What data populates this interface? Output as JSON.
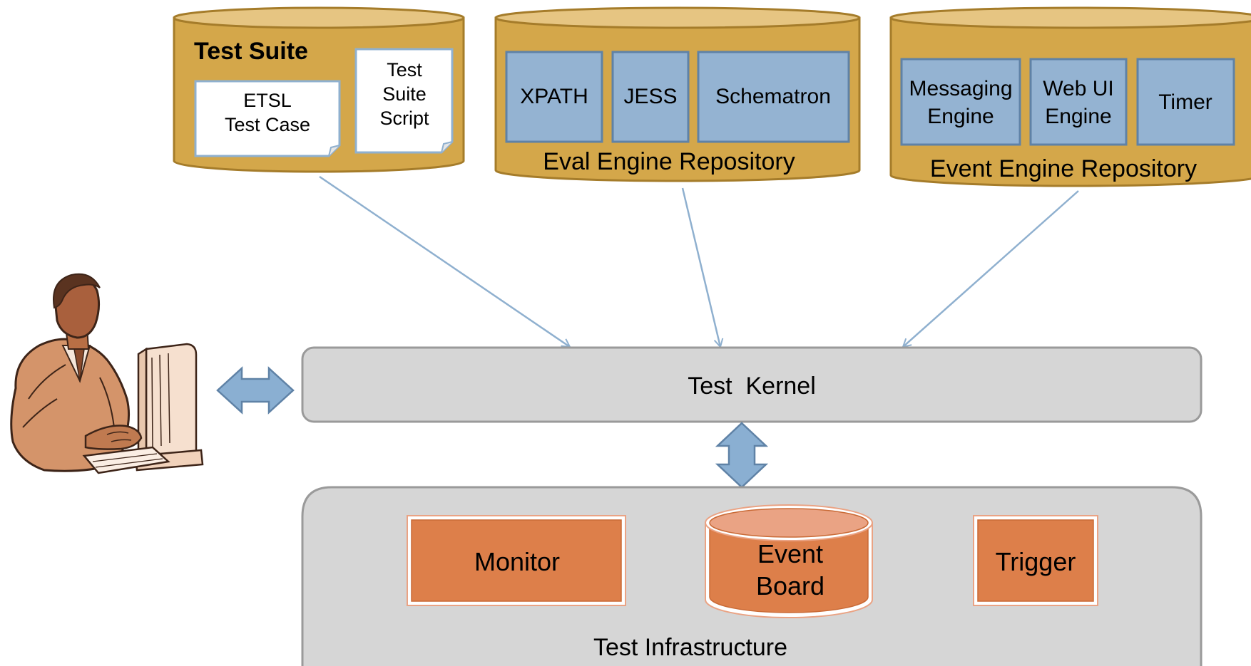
{
  "test_suite": {
    "title": "Test Suite",
    "etsl_doc": {
      "line1": "ETSL",
      "line2": "Test Case"
    },
    "script_doc": {
      "line1": "Test",
      "line2": "Suite",
      "line3": "Script"
    }
  },
  "eval_repo": {
    "title": "Eval Engine Repository",
    "engines": [
      "XPATH",
      "JESS",
      "Schematron"
    ]
  },
  "event_repo": {
    "title": "Event Engine Repository",
    "engines": [
      {
        "line1": "Messaging",
        "line2": "Engine"
      },
      {
        "line1": "Web UI",
        "line2": "Engine"
      },
      {
        "line1": "Timer",
        "line2": ""
      }
    ]
  },
  "kernel": {
    "label": "Test  Kernel"
  },
  "infrastructure": {
    "label": "Test Infrastructure",
    "monitor": "Monitor",
    "event_board": {
      "line1": "Event",
      "line2": "Board"
    },
    "trigger": "Trigger"
  },
  "colors": {
    "repo_fill": "#d4a74a",
    "repo_top": "#e6c582",
    "repo_stroke": "#a57c2a",
    "engine_fill": "#94b3d2",
    "engine_stroke": "#5f82a6",
    "panel_fill": "#d6d6d6",
    "panel_stroke": "#9a9a9a",
    "orange": "#dd7f4a",
    "orange_light": "#eaa384",
    "arrow_line": "#8fb0cf",
    "block_arrow": "#8aafd2",
    "block_arrow_stroke": "#5f82a6"
  },
  "icons": {
    "user": "user-at-computer-icon"
  }
}
